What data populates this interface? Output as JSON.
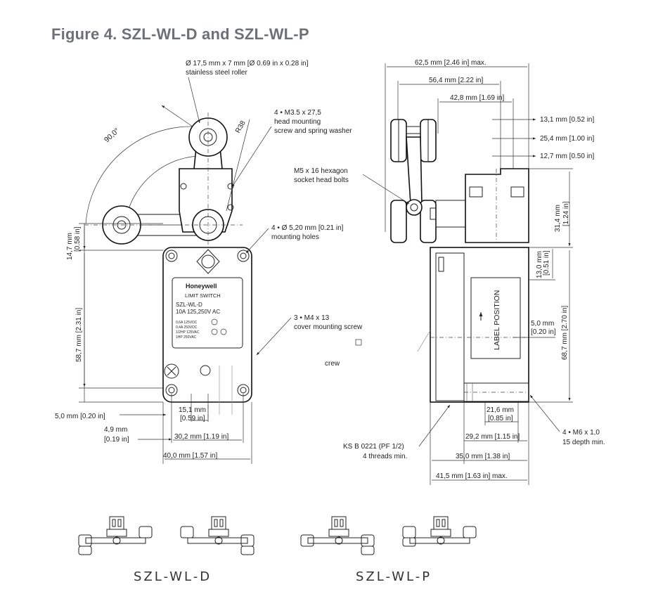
{
  "title": "Figure 4. SZL-WL-D and SZL-WL-P",
  "left_view": {
    "roller_note_line1": "Ø 17,5 mm x 7 mm [Ø 0.69 in x 0.28 in]",
    "roller_note_line2": "stainless steel roller",
    "angle": "90,0°",
    "radius": "R38",
    "screw_note_line1": "4 • M3.5 x 27,5",
    "screw_note_line2": "head mounting",
    "screw_note_line3": "screw and spring washer",
    "holes_note_line1": "4 • Ø 5,20 mm [0.21 in]",
    "holes_note_line2": "mounting holes",
    "cover_note_line1": "3 • M4 x 13",
    "cover_note_line2": "cover mounting screw",
    "crew_fragment": "crew",
    "dim_14_7": "14,7 mm",
    "dim_14_7_in": "[0.58 in]",
    "dim_58_7": "58,7 mm [2.31 in]",
    "dim_5_0": "5,0 mm [0.20 in]",
    "dim_4_9": "4,9 mm",
    "dim_4_9_in": "[0.19 in]",
    "dim_15_1": "15,1 mm",
    "dim_15_1_in": "[0.59 in]",
    "dim_30_2": "30,2 mm [1.19 in]",
    "dim_40_0": "40,0 mm [1.57 in]",
    "nameplate_brand": "Honeywell",
    "nameplate_type": "LIMIT SWITCH",
    "nameplate_model": "SZL-WL-D",
    "nameplate_rating": "10A   125,250V AC",
    "nameplate_spec1": "0,6A 125VDC",
    "nameplate_spec2": "0,4A 250VDC",
    "nameplate_spec3": "1/2HP 125VAC",
    "nameplate_spec4": "1HP 250VAC"
  },
  "right_view": {
    "dim_62_5": "62,5 mm [2.46 in] max.",
    "dim_56_4": "56,4 mm [2.22 in]",
    "dim_42_8": "42,8 mm [1.69 in]",
    "dim_13_1": "13,1 mm [0.52 in]",
    "dim_25_4": "25,4 mm [1.00 in]",
    "dim_12_7": "12,7 mm [0.50 in]",
    "bolt_note_line1": "M5 x 16 hexagon",
    "bolt_note_line2": "socket head bolts",
    "dim_31_4": "31,4 mm",
    "dim_31_4_in": "[1.24 in]",
    "dim_13_0": "13,0 mm",
    "dim_13_0_in": "[0.51 in]",
    "dim_68_7": "68,7 mm [2.70 in]",
    "dim_5_0b": "5,0 mm",
    "dim_5_0b_in": "[0.20 in]",
    "label_position": "LABEL POSITION",
    "dim_21_6": "21,6 mm",
    "dim_21_6_in": "[0.85 in]",
    "dim_29_2": "29,2 mm [1.15 in]",
    "dim_35_0": "35,0 mm [1.38 in]",
    "dim_41_5": "41,5 mm [1.63 in] max.",
    "m6_note_line1": "4 • M6 x 1,0",
    "m6_note_line2": "15 depth min.",
    "ks_note_line1": "KS B 0221 (PF 1/2)",
    "ks_note_line2": "4 threads min."
  },
  "variants": [
    {
      "label": "SZL-WL-D"
    },
    {
      "label": "SZL-WL-P"
    }
  ]
}
